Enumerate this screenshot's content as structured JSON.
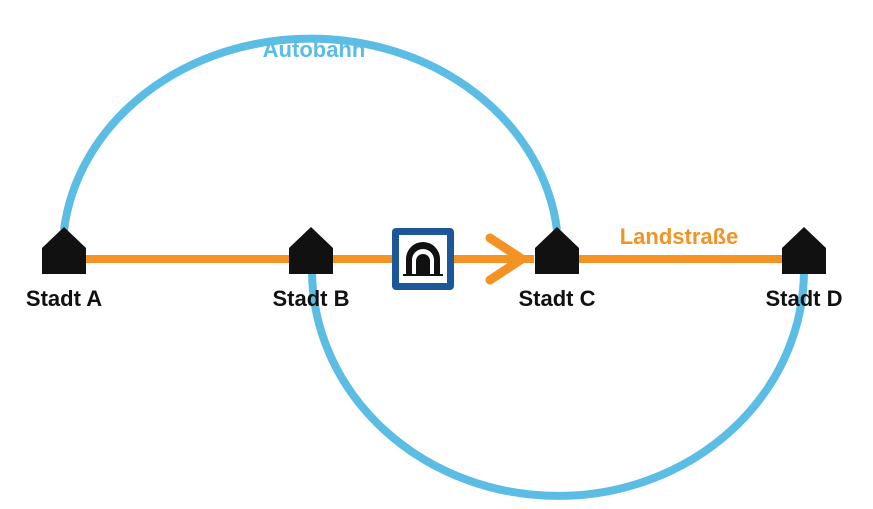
{
  "routes": {
    "autobahn": {
      "label": "Autobahn",
      "color": "#5BBCE4"
    },
    "landstrasse": {
      "label": "Landstraße",
      "color": "#F39324"
    }
  },
  "cities": [
    {
      "name": "Stadt A"
    },
    {
      "name": "Stadt B"
    },
    {
      "name": "Stadt C"
    },
    {
      "name": "Stadt D"
    }
  ],
  "tunnel_sign": {
    "icon": "tunnel-icon",
    "frame_color": "#1E5799"
  },
  "house_color": "#111111"
}
